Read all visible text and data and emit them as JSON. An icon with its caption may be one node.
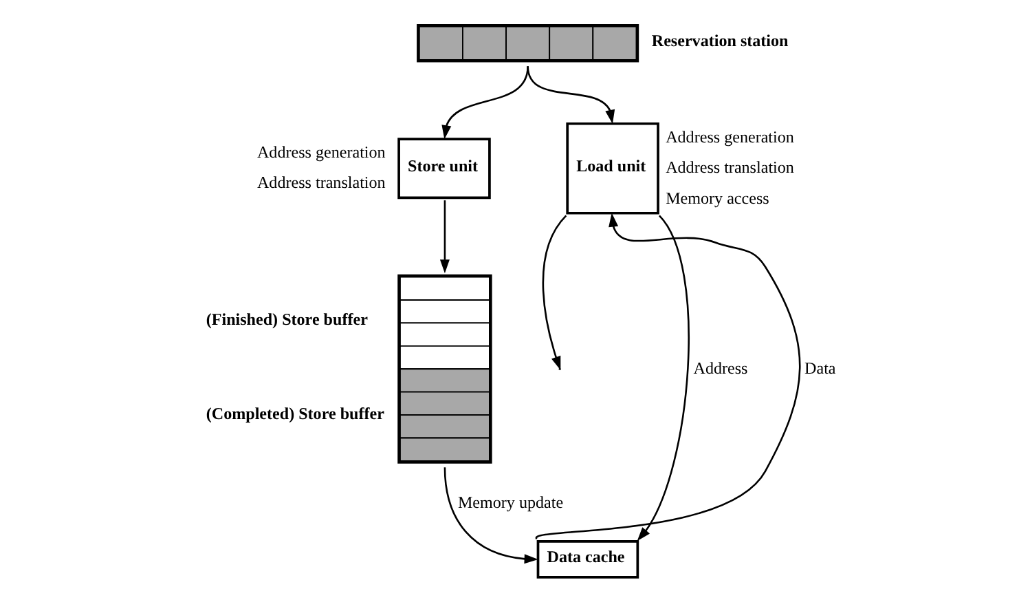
{
  "diagram": {
    "nodes": [
      {
        "text": [],
        "shape": "bar",
        "beside": [
          "Reservation station"
        ]
      },
      {
        "text": [
          "Store unit"
        ],
        "beside": [
          "Address generation",
          "Address translation"
        ]
      },
      {
        "text": [
          "Load unit"
        ],
        "beside": [
          "Address generation",
          "Address translation",
          "Memory access"
        ]
      },
      {
        "text": [],
        "shape": "bar",
        "beside": [
          "(Finished) Store buffer",
          "(Completed) Store buffer"
        ]
      },
      {
        "text": [
          "Data cache"
        ]
      }
    ],
    "edges": [
      {
        "from": 0,
        "to": 1,
        "arrow": "to"
      },
      {
        "from": 0,
        "to": 2,
        "arrow": "to"
      },
      {
        "from": 1,
        "to": 3,
        "arrow": "to"
      },
      {
        "from": 2,
        "to": null,
        "arrow": "to"
      },
      {
        "from": 2,
        "to": 4,
        "arrow": "to",
        "label": "Address"
      },
      {
        "from": 4,
        "to": 2,
        "arrow": "to",
        "label": "Data"
      },
      {
        "from": 3,
        "to": 4,
        "arrow": "to",
        "label": "Memory update"
      }
    ]
  }
}
